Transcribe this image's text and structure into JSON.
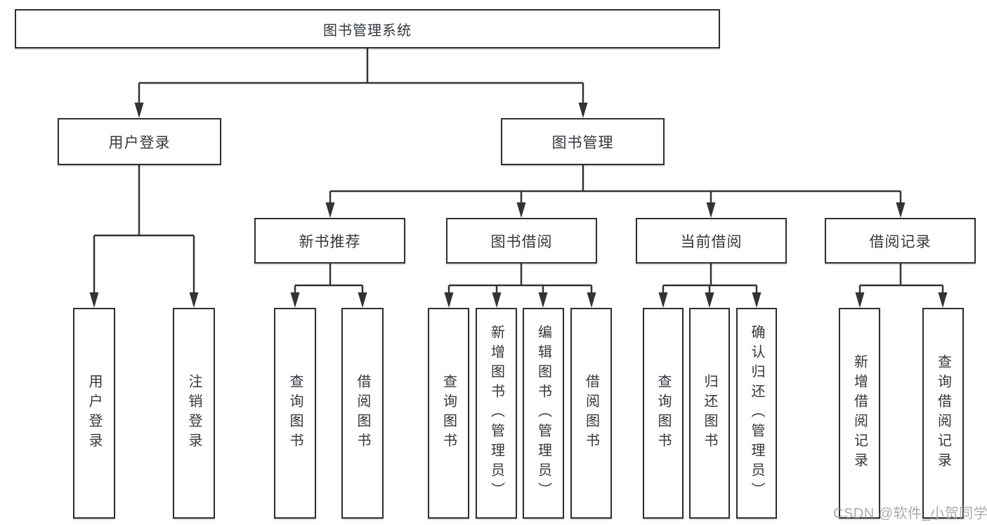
{
  "title": "图书管理系统",
  "watermark": "CSDN @软件_小贺同学",
  "colors": {
    "line": "#333333",
    "border": "#2e2f31",
    "text": "#33373d",
    "watermark": "#9d9d9d"
  },
  "nodes": {
    "root": {
      "label": "图书管理系统"
    },
    "level2": {
      "userLogin": {
        "label": "用户登录"
      },
      "bookManagement": {
        "label": "图书管理"
      }
    },
    "level3": {
      "newBookRecommend": {
        "label": "新书推荐"
      },
      "bookBorrow": {
        "label": "图书借阅"
      },
      "currentBorrow": {
        "label": "当前借阅"
      },
      "borrowRecords": {
        "label": "借阅记录"
      }
    },
    "leaves": {
      "userLogin": "用户登录",
      "logout": "注销登录",
      "queryBooksRec": "查询图书",
      "borrowBooksRec": "借阅图书",
      "queryBooksBorrow": "查询图书",
      "addBookAdmin": "新增图书（管理员）",
      "editBookAdmin": "编辑图书（管理员）",
      "borrowBooks": "借阅图书",
      "queryBooksCurrent": "查询图书",
      "returnBook": "归还图书",
      "confirmReturnAdmin": "确认归还（管理员）",
      "addBorrowRecord": "新增借阅记录",
      "queryBorrowRecord": "查询借阅记录"
    }
  }
}
